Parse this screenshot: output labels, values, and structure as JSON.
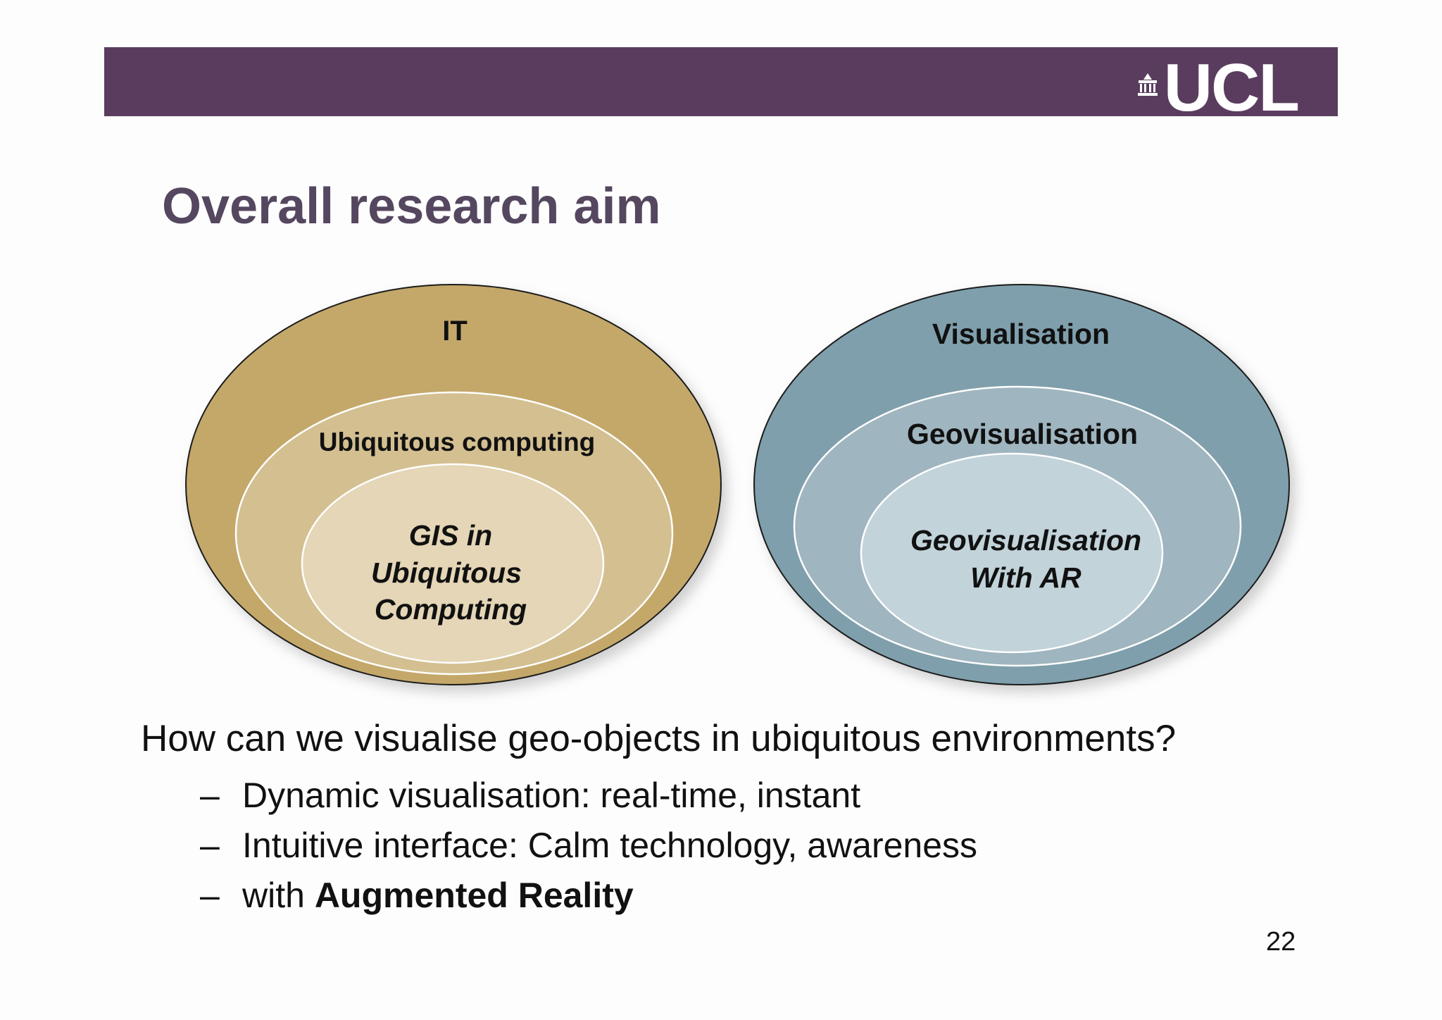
{
  "header": {
    "logo_text": "UCL",
    "bar_color": "#5a3d5e"
  },
  "slide": {
    "title": "Overall research aim",
    "page_number": "22"
  },
  "diagram": {
    "left_group": {
      "outer_label": "IT",
      "middle_label": "Ubiquitous computing",
      "inner_label_lines": [
        "GIS in",
        "Ubiquitous",
        "Computing"
      ],
      "colors": {
        "outer": "#c4a86a",
        "middle": "#d3bf90",
        "inner": "#e4d6b6"
      }
    },
    "right_group": {
      "outer_label": "Visualisation",
      "middle_label": "Geovisualisation",
      "inner_label_lines": [
        "Geovisualisation",
        "With AR"
      ],
      "colors": {
        "outer": "#7f9fac",
        "middle": "#9fb5bf",
        "inner": "#c2d3da"
      }
    }
  },
  "body": {
    "question": "How can we visualise geo-objects in ubiquitous environments?",
    "bullets": [
      {
        "dash": "–",
        "text": "Dynamic visualisation: real-time,  instant"
      },
      {
        "dash": "–",
        "text": "Intuitive interface: Calm technology, awareness"
      },
      {
        "dash": "–",
        "text": "with ",
        "strong": "Augmented Reality"
      }
    ]
  }
}
